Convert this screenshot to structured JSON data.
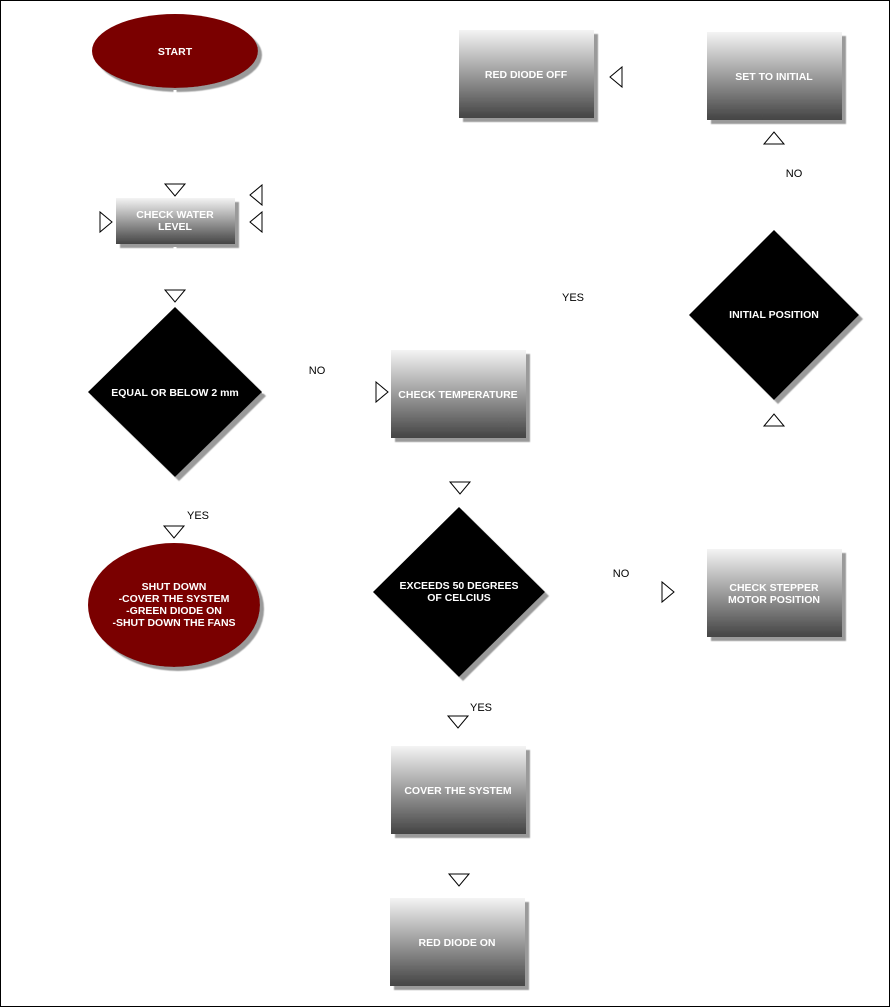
{
  "nodes": {
    "start": "START",
    "check_water": [
      "CHECK WATER",
      "LEVEL"
    ],
    "equal_below": "EQUAL OR BELOW 2 mm",
    "shutdown": [
      "SHUT DOWN",
      "-COVER THE SYSTEM",
      "-GREEN DIODE ON",
      "-SHUT DOWN THE FANS"
    ],
    "check_temp": "CHECK TEMPERATURE",
    "exceeds": [
      "EXCEEDS 50 DEGREES",
      "OF CELCIUS"
    ],
    "cover": "COVER THE SYSTEM",
    "red_on": "RED DIODE ON",
    "check_stepper": [
      "CHECK STEPPER",
      "MOTOR POSITION"
    ],
    "initial_pos": "INITIAL POSITION",
    "set_initial": "SET TO INITIAL",
    "red_off": "RED DIODE OFF"
  },
  "edge_labels": {
    "eq_no": "NO",
    "eq_yes": "YES",
    "exc_no": "NO",
    "exc_yes": "YES",
    "init_yes": "YES",
    "init_no": "NO"
  },
  "colors": {
    "terminal": "#7a0000",
    "decision": "#000000",
    "process_top": "#ffffff",
    "process_bottom": "#4d4d4d"
  }
}
